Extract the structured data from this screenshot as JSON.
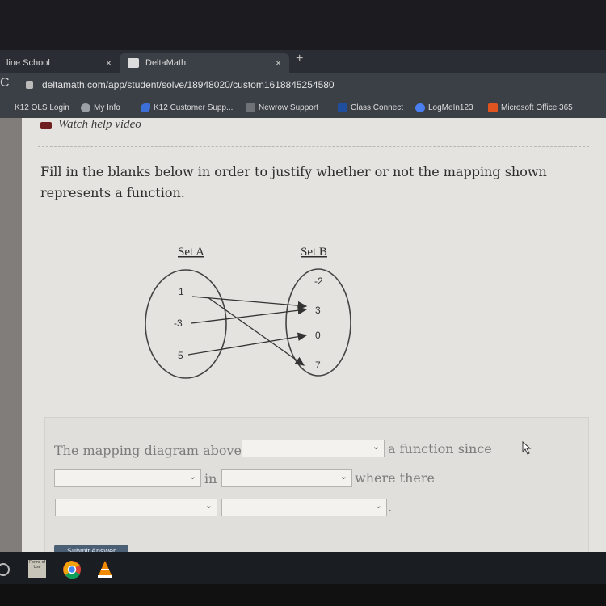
{
  "browser": {
    "tabs": [
      {
        "label": "line School",
        "close": "×",
        "active": false
      },
      {
        "label": "DeltaMath",
        "close": "×",
        "active": true
      }
    ],
    "new_tab": "+",
    "reload": "C",
    "url": "deltamath.com/app/student/solve/18948020/custom1618845254580",
    "bookmarks": [
      {
        "label": "K12  OLS Login",
        "icon": "k12-icon",
        "color": "#d33b2c"
      },
      {
        "label": "My Info",
        "icon": "info-icon",
        "color": "#9aa0a6"
      },
      {
        "label": "K12 Customer Supp...",
        "icon": "k12-support-icon",
        "color": "#3c6fd8"
      },
      {
        "label": "Newrow Support",
        "icon": "newrow-icon",
        "color": "#6f7378"
      },
      {
        "label": "Class Connect",
        "icon": "class-connect-icon",
        "color": "#1f4e9e"
      },
      {
        "label": "LogMeIn123",
        "icon": "logmein-icon",
        "color": "#4a7ff0"
      },
      {
        "label": "Microsoft Office 365",
        "icon": "office-icon",
        "color": "#e0541f"
      }
    ]
  },
  "page": {
    "video_link": "Watch help video",
    "question": "Fill in the blanks below in order to justify whether or not the mapping shown represents a function.",
    "set_a": {
      "title": "Set A",
      "values": [
        "1",
        "-3",
        "5"
      ]
    },
    "set_b": {
      "title": "Set B",
      "values": [
        "-2",
        "3",
        "0",
        "7"
      ]
    },
    "mappings": [
      [
        "1",
        "3"
      ],
      [
        "1",
        "7"
      ],
      [
        "-3",
        "3"
      ],
      [
        "5",
        "0"
      ]
    ],
    "answer": {
      "text1": "The mapping diagram above",
      "text2": "a function since",
      "text3": "in",
      "text4": "where there",
      "period": "."
    },
    "submit_label": "Submit Answer"
  },
  "taskbar": {
    "apps": [
      {
        "icon": "forms-app-icon",
        "label": "Forms of Use"
      },
      {
        "icon": "chrome-icon",
        "label": ""
      },
      {
        "icon": "vlc-icon",
        "label": ""
      }
    ]
  }
}
